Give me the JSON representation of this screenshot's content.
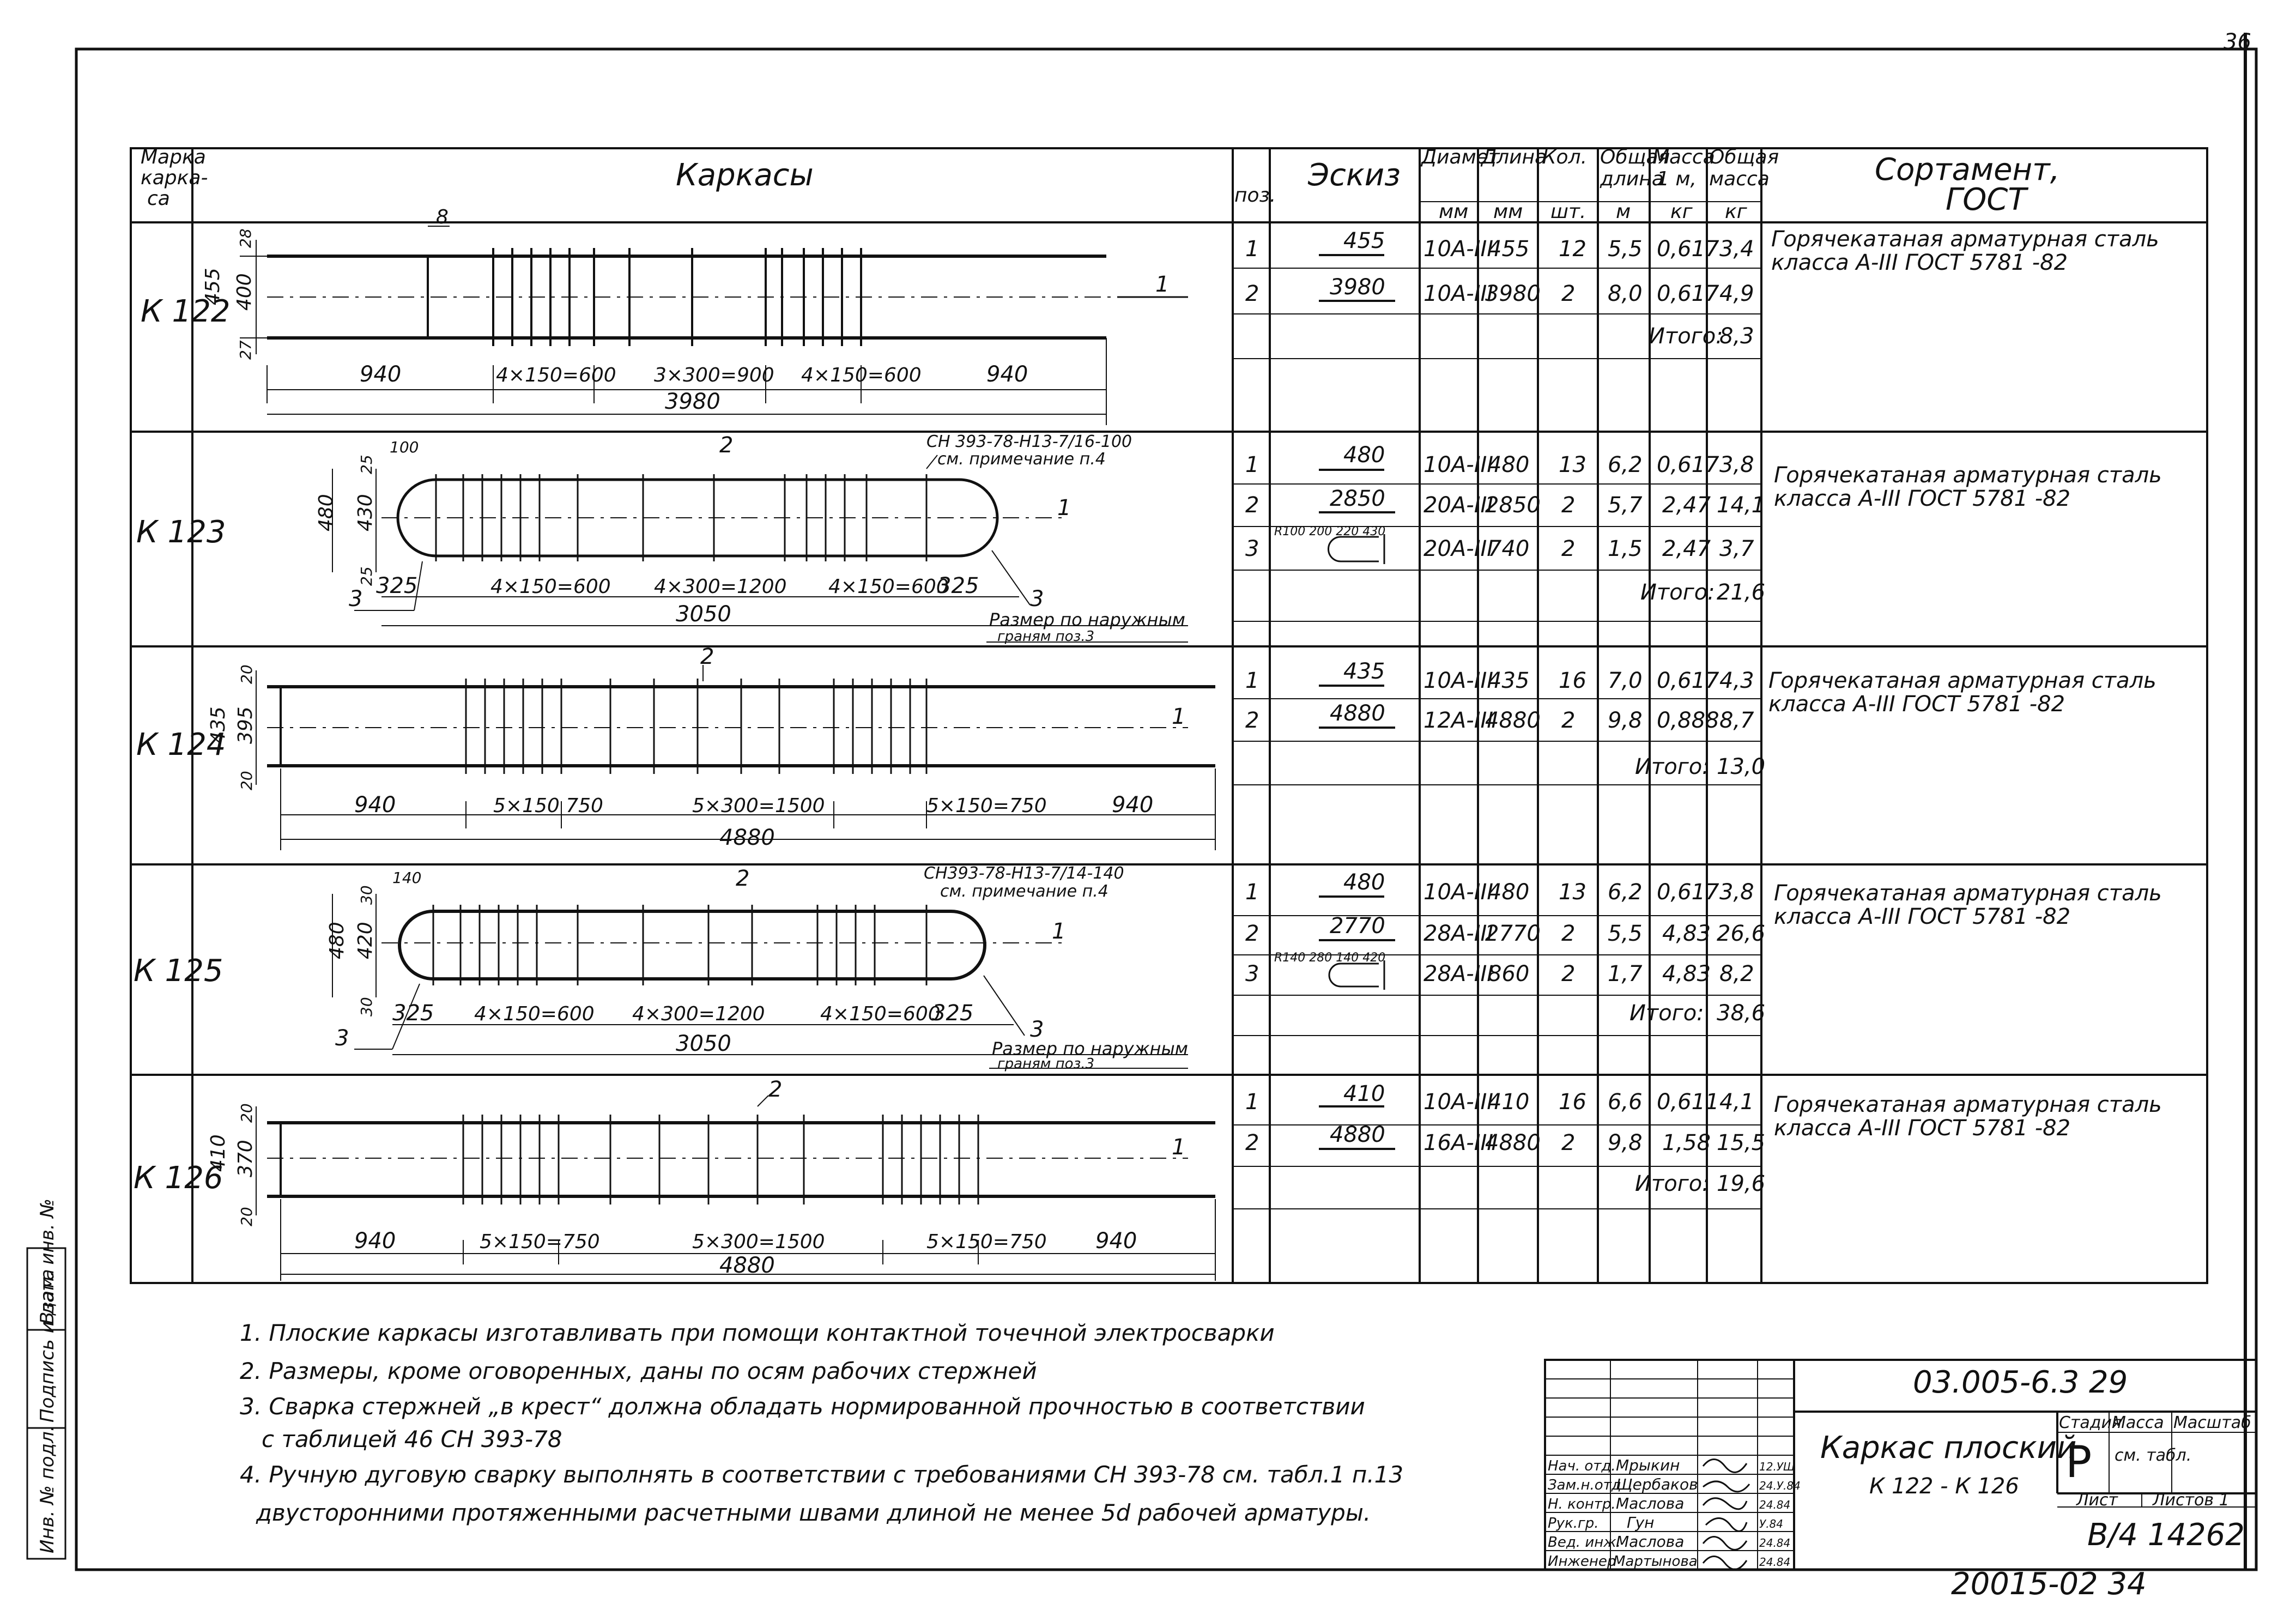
{
  "header": {
    "col_mark": [
      "Марка",
      "каркa-",
      "са"
    ],
    "col_frames": "Каркасы",
    "col_pos": "поз.",
    "col_sketch": "Эскиз",
    "col_diam": [
      "Диамет",
      "мм"
    ],
    "col_len": [
      "Длина",
      "мм"
    ],
    "col_qty": [
      "Кол.",
      "шт."
    ],
    "col_totlen": [
      "Общая",
      "длина",
      "м"
    ],
    "col_mass1": [
      "Масса",
      "1 м,",
      "кг"
    ],
    "col_totmass": [
      "Общая",
      "масса",
      "кг"
    ],
    "col_sortament": [
      "Сортамент,",
      "ГОСТ"
    ]
  },
  "frames": [
    {
      "mark": "К 122",
      "rows": [
        {
          "pos": "1",
          "sketch": "455",
          "diam": "10А-III",
          "len": "455",
          "qty": "12",
          "totlen": "5,5",
          "mass1": "0,617",
          "totmass": "3,4"
        },
        {
          "pos": "2",
          "sketch": "3980",
          "diam": "10А-III",
          "len": "3980",
          "qty": "2",
          "totlen": "8,0",
          "mass1": "0,617",
          "totmass": "4,9"
        }
      ],
      "total_label": "Итого:",
      "total": "8,3",
      "sortament": [
        "Горячекатаная арматурная сталь",
        "класса А-III ГОСТ 5781 -82"
      ],
      "drawing": {
        "dims": [
          "940",
          "4×150=600",
          "3×300=900",
          "4×150=600",
          "940"
        ],
        "overall": "3980",
        "height_total": "455",
        "height_inner": "400",
        "top_off": "28",
        "bot_off": "27",
        "top_mark": "8",
        "bar_label": "1"
      }
    },
    {
      "mark": "К 123",
      "rows": [
        {
          "pos": "1",
          "sketch": "480",
          "diam": "10А-III",
          "len": "480",
          "qty": "13",
          "totlen": "6,2",
          "mass1": "0,617",
          "totmass": "3,8"
        },
        {
          "pos": "2",
          "sketch": "2850",
          "diam": "20А-III",
          "len": "2850",
          "qty": "2",
          "totlen": "5,7",
          "mass1": "2,47",
          "totmass": "14,1"
        },
        {
          "pos": "3",
          "sketch": "R100 200 220 430",
          "diam": "20А-III",
          "len": "740",
          "qty": "2",
          "totlen": "1,5",
          "mass1": "2,47",
          "totmass": "3,7"
        }
      ],
      "total_label": "Итого:",
      "total": "21,6",
      "sortament": [
        "Горячекатаная арматурная сталь",
        "класса А-III ГОСТ 5781 -82"
      ],
      "drawing": {
        "dims": [
          "325",
          "4×150=600",
          "4×300=1200",
          "4×150=600",
          "325"
        ],
        "overall": "3050",
        "height_total": "480",
        "height_inner": "430",
        "top_off": "25",
        "bot_off": "25",
        "top_mark": "100",
        "bar_label": "1",
        "mid_label": "2",
        "weld_note": [
          "СН 393-78-Н13-7/16-100",
          "см. примечание п.4"
        ],
        "end_label": "3",
        "outer_note": [
          "Размер по наружным",
          "граням поз.3"
        ]
      }
    },
    {
      "mark": "К 124",
      "rows": [
        {
          "pos": "1",
          "sketch": "435",
          "diam": "10А-III",
          "len": "435",
          "qty": "16",
          "totlen": "7,0",
          "mass1": "0,617",
          "totmass": "4,3"
        },
        {
          "pos": "2",
          "sketch": "4880",
          "diam": "12А-III",
          "len": "4880",
          "qty": "2",
          "totlen": "9,8",
          "mass1": "0,888",
          "totmass": "8,7"
        }
      ],
      "total_label": "Итого:",
      "total": "13,0",
      "sortament": [
        "Горячекатаная арматурная сталь",
        "класса А-III ГОСТ 5781 -82"
      ],
      "drawing": {
        "dims": [
          "940",
          "5×150 750",
          "5×300=1500",
          "5×150=750",
          "940"
        ],
        "overall": "4880",
        "height_total": "435",
        "height_inner": "395",
        "top_off": "20",
        "bot_off": "20",
        "bar_label": "1",
        "mid_label": "2"
      }
    },
    {
      "mark": "К 125",
      "rows": [
        {
          "pos": "1",
          "sketch": "480",
          "diam": "10А-III",
          "len": "480",
          "qty": "13",
          "totlen": "6,2",
          "mass1": "0,617",
          "totmass": "3,8"
        },
        {
          "pos": "2",
          "sketch": "2770",
          "diam": "28А-III",
          "len": "2770",
          "qty": "2",
          "totlen": "5,5",
          "mass1": "4,83",
          "totmass": "26,6"
        },
        {
          "pos": "3",
          "sketch": "R140 280 140 420",
          "diam": "28А-III",
          "len": "860",
          "qty": "2",
          "totlen": "1,7",
          "mass1": "4,83",
          "totmass": "8,2"
        }
      ],
      "total_label": "Итого:",
      "total": "38,6",
      "sortament": [
        "Горячекатаная арматурная сталь",
        "класса А-III ГОСТ 5781 -82"
      ],
      "drawing": {
        "dims": [
          "325",
          "4×150=600",
          "4×300=1200",
          "4×150=600",
          "325"
        ],
        "overall": "3050",
        "height_total": "480",
        "height_inner": "420",
        "top_off": "30",
        "bot_off": "30",
        "top_mark": "140",
        "bar_label": "1",
        "mid_label": "2",
        "weld_note": [
          "СН393-78-Н13-7/14-140",
          "см. примечание п.4"
        ],
        "end_label": "3",
        "outer_note": [
          "Размер по наружным",
          "граням поз.3"
        ]
      }
    },
    {
      "mark": "К 126",
      "rows": [
        {
          "pos": "1",
          "sketch": "410",
          "diam": "10А-III",
          "len": "410",
          "qty": "16",
          "totlen": "6,6",
          "mass1": "0,611",
          "totmass": "4,1"
        },
        {
          "pos": "2",
          "sketch": "4880",
          "diam": "16А-III",
          "len": "4880",
          "qty": "2",
          "totlen": "9,8",
          "mass1": "1,58",
          "totmass": "15,5"
        }
      ],
      "total_label": "Итого:",
      "total": "19,6",
      "sortament": [
        "Горячекатаная арматурная сталь",
        "класса А-III ГОСТ 5781 -82"
      ],
      "drawing": {
        "dims": [
          "940",
          "5×150=750",
          "5×300=1500",
          "5×150=750",
          "940"
        ],
        "overall": "4880",
        "height_total": "410",
        "height_inner": "370",
        "top_off": "20",
        "bot_off": "20",
        "bar_label": "1",
        "mid_label": "2"
      }
    }
  ],
  "notes": [
    "1. Плоские каркасы изготавливать при помощи контактной точечной электросварки",
    "2. Размеры, кроме оговоренных, даны по осям рабочих стержней",
    "3. Сварка стержней „в крест“ должна обладать нормированной прочностью в соответствии",
    "с таблицей 46 СН 393-78",
    "4. Ручную дуговую сварку выполнять в соответствии с требованиями СН 393-78 см. табл.1 п.13",
    "двусторонними протяженными расчетными швами длиной не менее 5d рабочей арматуры."
  ],
  "titleblock": {
    "doc_code": "03.005-6.3 29",
    "title": [
      "Каркас плоский",
      "К 122 - К 126"
    ],
    "stage_label": "Стадия",
    "mass_label": "Масса",
    "scale_label": "Масштаб",
    "stage": "Р",
    "mass": "см. табл.",
    "sheet_label": "Лист",
    "sheets_label": "Листов 1",
    "inventory": "В/4 14262",
    "people": [
      {
        "role": "Нач. отд.",
        "name": "Мрыкин",
        "date": "12.УШ"
      },
      {
        "role": "Зам.н.отд",
        "name": "Щербаков",
        "date": "24.У.84"
      },
      {
        "role": "Н. контр.",
        "name": "Маслова",
        "date": "24.84"
      },
      {
        "role": "Рук.гр.",
        "name": "Гун",
        "date": "У.84"
      },
      {
        "role": "Вед. инж.",
        "name": "Маслова",
        "date": "24.84"
      },
      {
        "role": "Инженер",
        "name": "Мартынова",
        "date": "24.84"
      }
    ]
  },
  "side_stamp": [
    "Инв. № подл.",
    "Подпись и дата",
    "Взам. инв. №"
  ],
  "footer": "20015-02 34",
  "corner_mark": "36"
}
